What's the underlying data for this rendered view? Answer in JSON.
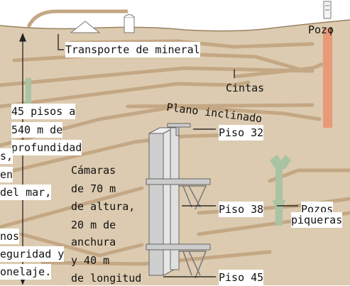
{
  "labels": {
    "transporte": "Transporte de mineral",
    "pozo": "Pozo",
    "cintas": "Cintas",
    "plano": "Plano inclinado",
    "pisos": [
      "45 pisos a",
      "540 m de",
      "profundidad"
    ],
    "piso32": "Piso 32",
    "piso38": "Piso 38",
    "piso45": "Piso 45",
    "pozos_piqueras": [
      "Pozos",
      "piqueras"
    ],
    "camaras": [
      "Cámaras",
      "de 70 m",
      "de altura,",
      "20 m de",
      "anchura",
      "y 40 m",
      "de longitud"
    ],
    "left_cut": [
      "s,",
      "en",
      "del mar,",
      "nos",
      "eguridad y",
      "onelaje."
    ]
  },
  "colors": {
    "ground": "#dccbb0",
    "tunnel": "#c4a784",
    "shaft": "#e89a78",
    "green": "#a9c3a3",
    "block": "#d7d7d7"
  }
}
